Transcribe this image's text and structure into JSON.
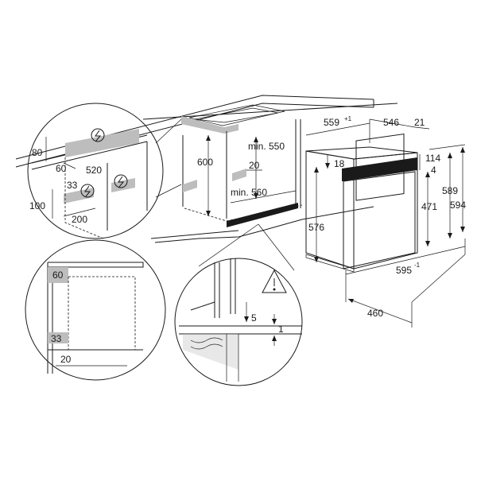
{
  "labels": {
    "d80": "80",
    "d60a": "60",
    "d520": "520",
    "d33a": "33",
    "d100": "100",
    "d200": "200",
    "d600": "600",
    "d20a": "20",
    "dmin550": "min. 550",
    "dmin560": "min. 560",
    "d559": "559",
    "d559sup": "+1",
    "d546": "546",
    "d21": "21",
    "d18": "18",
    "d114": "114",
    "d4": "4",
    "d589": "589",
    "d594": "594",
    "d471": "471",
    "d576": "576",
    "d595": "595",
    "d595sup": "-1",
    "d460": "460",
    "d60b": "60",
    "d33b": "33",
    "d20b": "20",
    "d5": "5",
    "d1": "1"
  },
  "icons": {
    "lightning": "lightning-icon",
    "warning": "warning-icon"
  }
}
